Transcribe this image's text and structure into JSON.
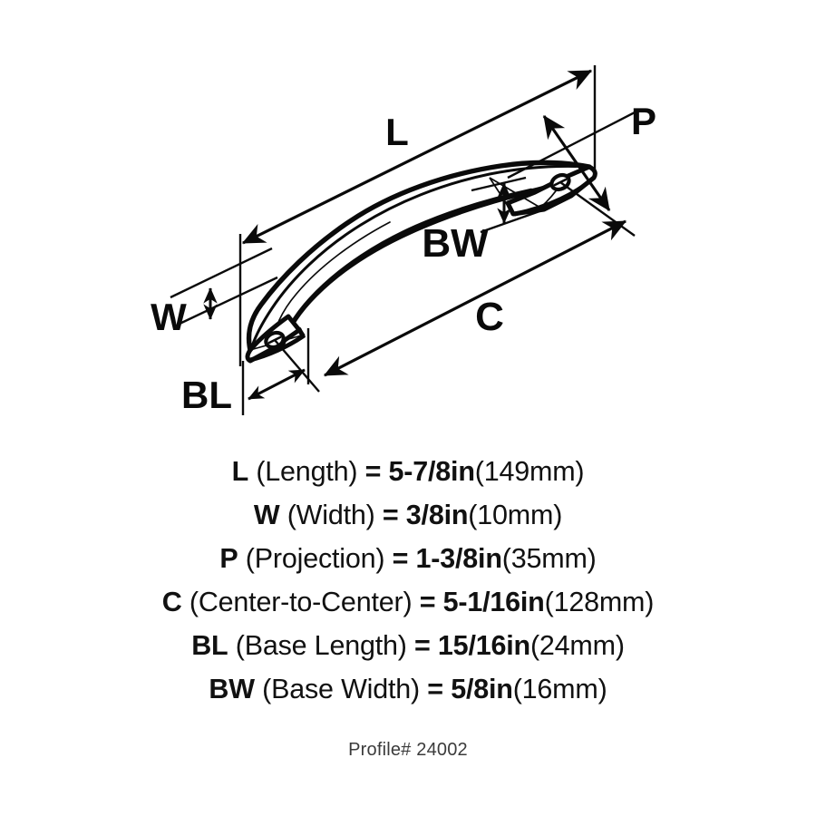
{
  "diagram": {
    "title": "Cabinet pull dimension diagram",
    "labels": {
      "length": "L",
      "width": "W",
      "projection": "P",
      "center_to_center": "C",
      "base_length": "BL",
      "base_width": "BW"
    }
  },
  "specs": [
    {
      "symbol": "L",
      "name": "(Length)",
      "equals": "=",
      "imperial": "5-7/8in",
      "metric": "(149mm)"
    },
    {
      "symbol": "W",
      "name": "(Width)",
      "equals": "=",
      "imperial": "3/8in",
      "metric": "(10mm)"
    },
    {
      "symbol": "P",
      "name": "(Projection)",
      "equals": "=",
      "imperial": "1-3/8in",
      "metric": "(35mm)"
    },
    {
      "symbol": "C",
      "name": "(Center-to-Center)",
      "equals": "=",
      "imperial": "5-1/16in",
      "metric": "(128mm)"
    },
    {
      "symbol": "BL",
      "name": "(Base Length)",
      "equals": "=",
      "imperial": "15/16in",
      "metric": "(24mm)"
    },
    {
      "symbol": "BW",
      "name": "(Base Width)",
      "equals": "=",
      "imperial": "5/8in",
      "metric": "(16mm)"
    }
  ],
  "footer": {
    "profile": "Profile# 24002"
  },
  "colors": {
    "ink": "#111111",
    "background": "#ffffff",
    "footer_text": "#3b3b3b"
  }
}
